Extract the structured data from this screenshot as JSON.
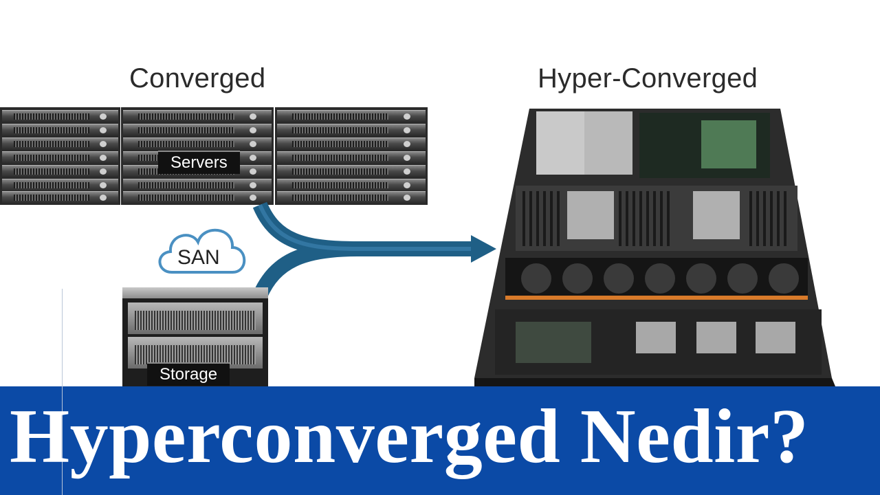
{
  "converged": {
    "heading": "Converged",
    "servers_label": "Servers",
    "san_label": "SAN",
    "storage_label": "Storage"
  },
  "hyper_converged": {
    "heading": "Hyper-Converged"
  },
  "banner": {
    "title": "Hyperconverged Nedir?"
  },
  "colors": {
    "banner_bg": "#0b4aa6",
    "arrow": "#1f5f86",
    "cloud_stroke": "#4a90c2"
  }
}
